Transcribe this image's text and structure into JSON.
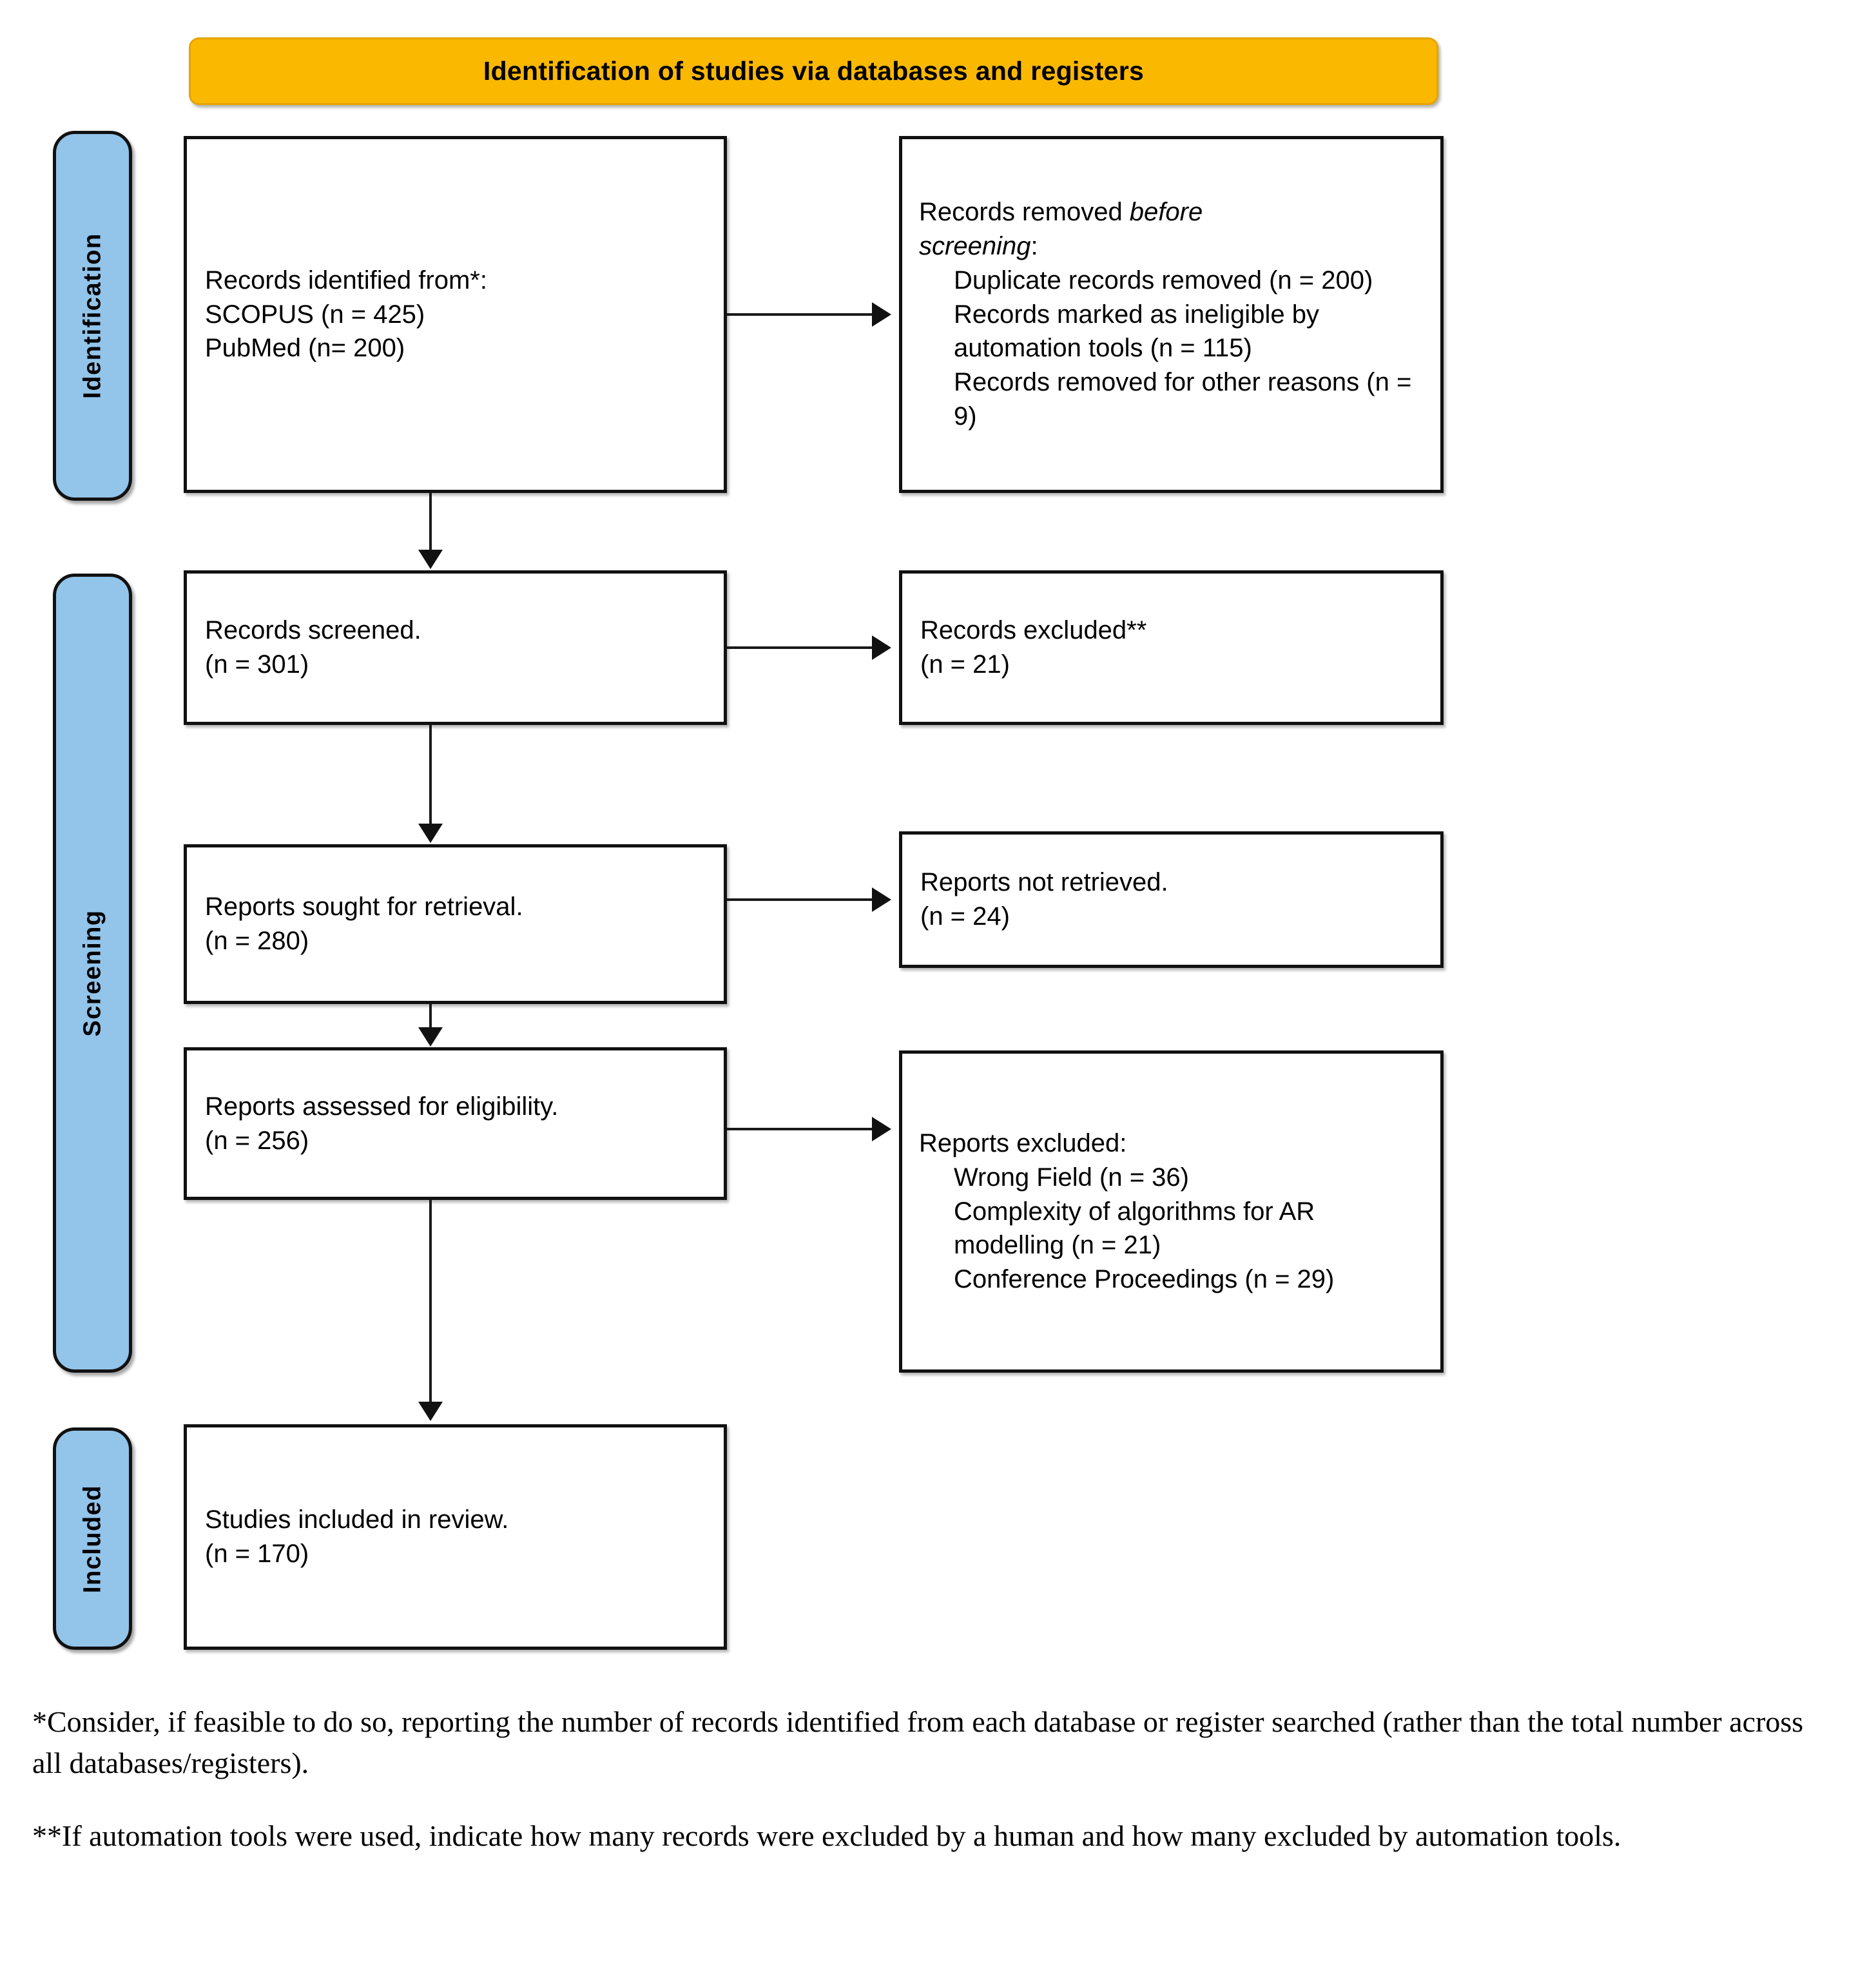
{
  "banner": {
    "title": "Identification of studies via databases and registers"
  },
  "stages": [
    {
      "key": "identification",
      "label": "Identification"
    },
    {
      "key": "screening",
      "label": "Screening"
    },
    {
      "key": "included",
      "label": "Included"
    }
  ],
  "boxes": {
    "records_identified": {
      "line1": "Records identified from*:",
      "line2": "SCOPUS (n = 425)",
      "line3": "PubMed (n= 200)"
    },
    "records_removed": {
      "heading_prefix": "Records removed ",
      "heading_italic": "before",
      "heading_italic2": "screening",
      "heading_suffix": ":",
      "item1": "Duplicate records removed (n = 200)",
      "item2": "Records marked as ineligible by automation tools (n = 115)",
      "item3": "Records removed for other reasons (n = 9)"
    },
    "records_screened": {
      "line1": "Records screened.",
      "line2": "(n = 301)"
    },
    "records_excluded": {
      "line1": "Records excluded**",
      "line2": "(n = 21)"
    },
    "reports_sought": {
      "line1": "Reports sought for retrieval.",
      "line2": "(n = 280)"
    },
    "reports_not_retrieved": {
      "line1": "Reports not retrieved.",
      "line2": "(n = 24)"
    },
    "reports_assessed": {
      "line1": "Reports assessed for eligibility.",
      "line2": "(n = 256)"
    },
    "reports_excluded": {
      "heading": "Reports excluded:",
      "item1": "Wrong Field (n = 36)",
      "item2": "Complexity of algorithms for AR modelling (n = 21)",
      "item3": "Conference Proceedings (n = 29)"
    },
    "studies_included": {
      "line1": "Studies included in review.",
      "line2": "(n = 170)"
    }
  },
  "footnotes": {
    "first": "*Consider, if feasible to do so, reporting the number of records identified from each database or register searched (rather than the total number across all databases/registers).",
    "second": "**If automation tools were used, indicate how many records were excluded by a human and how many excluded by automation tools."
  },
  "colors": {
    "banner_fill": "#FBB800",
    "pill_fill": "#93C4EA",
    "box_border": "#111111",
    "page_background": "#FFFFFF"
  }
}
